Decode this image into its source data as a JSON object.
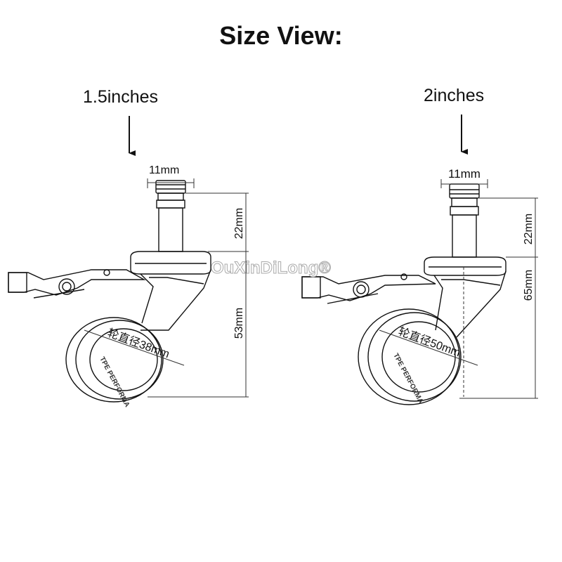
{
  "title": "Size View:",
  "left": {
    "size": "1.5inches",
    "stem_diameter": "11mm",
    "stem_height": "22mm",
    "body_height": "53mm",
    "wheel_diameter": "轮直径38mm",
    "tread_text": "TPE PERFORMA"
  },
  "right": {
    "size": "2inches",
    "stem_diameter": "11mm",
    "stem_height": "22mm",
    "body_height": "65mm",
    "wheel_diameter": "轮直径50mm",
    "tread_text": "TPE PERFORMA"
  },
  "watermark": "OuXinDiLong®",
  "colors": {
    "line": "#111111",
    "watermark": "#bbbbbb"
  }
}
